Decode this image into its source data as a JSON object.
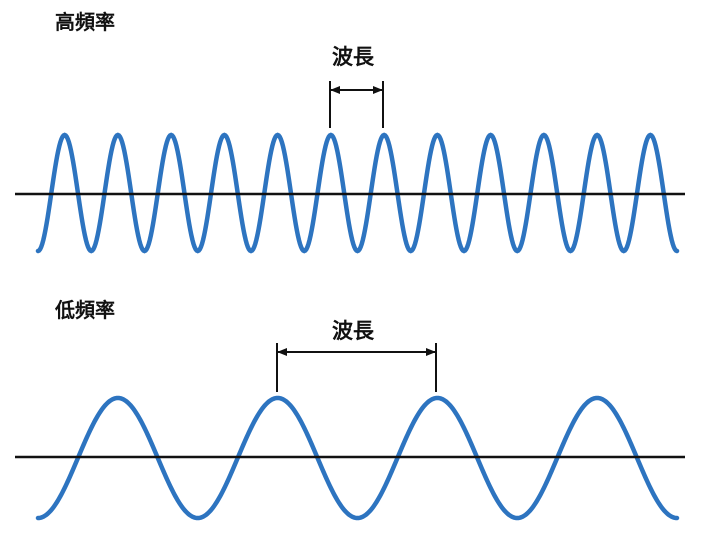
{
  "colors": {
    "wave": "#2d74c0",
    "axis": "#111111",
    "annotation": "#111111",
    "background": "#ffffff"
  },
  "panels": [
    {
      "id": "high",
      "title": "高頻率",
      "wavelength_label": "波長",
      "cycles_shown": 12,
      "marked_wave_index": 6
    },
    {
      "id": "low",
      "title": "低頻率",
      "wavelength_label": "波長",
      "cycles_shown": 4,
      "marked_wave_index": 2
    }
  ]
}
